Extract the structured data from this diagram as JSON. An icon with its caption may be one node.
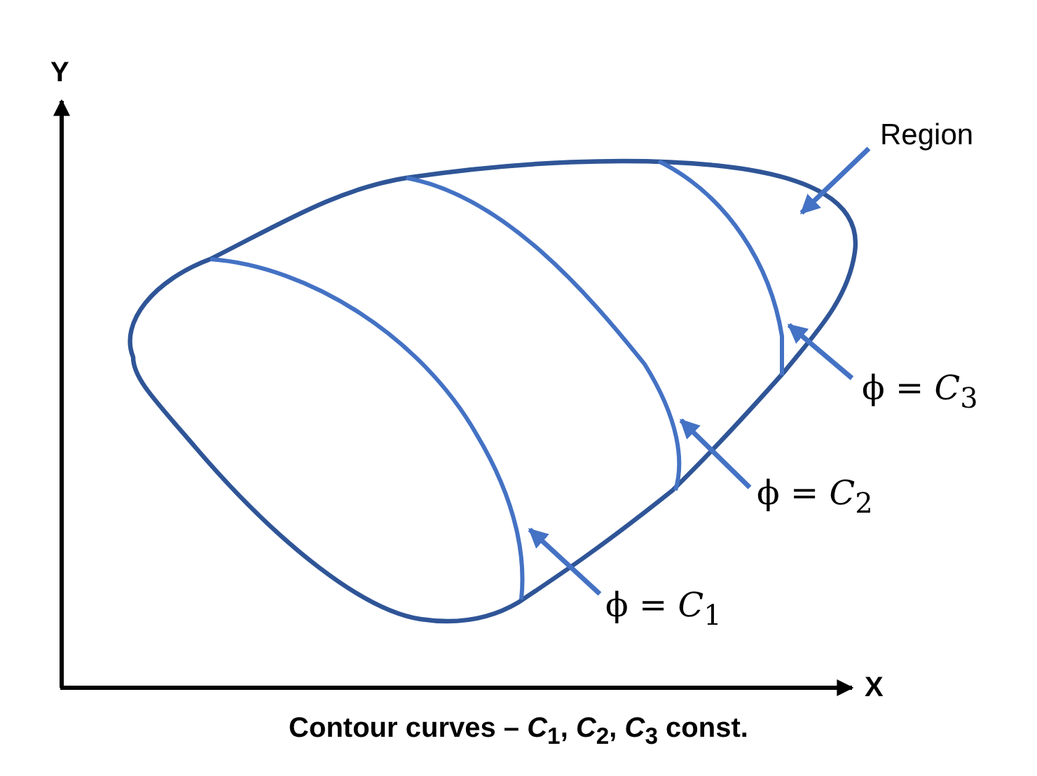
{
  "diagram": {
    "caption": "Contour curves – *C*$_{1}$, *C*$_{2}$, *C*$_{3}$ const.",
    "nodes": [
      {
        "text": [],
        "shape": "outline"
      },
      {
        "text": [],
        "shape": "curve",
        "in": 0
      },
      {
        "text": [],
        "shape": "curve",
        "in": 0
      },
      {
        "text": [],
        "shape": "curve",
        "in": 0
      },
      {
        "text": [
          "Region"
        ]
      },
      {
        "text": [
          "ϕ = *C*$_{1}$"
        ]
      },
      {
        "text": [
          "ϕ = *C*$_{2}$"
        ]
      },
      {
        "text": [
          "ϕ = *C*$_{3}$"
        ]
      }
    ],
    "edges": [
      {
        "from": 4,
        "to": 0,
        "arrow": "to"
      },
      {
        "from": 5,
        "to": 1,
        "arrow": "to"
      },
      {
        "from": 6,
        "to": 2,
        "arrow": "to"
      },
      {
        "from": 7,
        "to": 3,
        "arrow": "to"
      }
    ],
    "labels": [
      "Y",
      "X"
    ]
  }
}
